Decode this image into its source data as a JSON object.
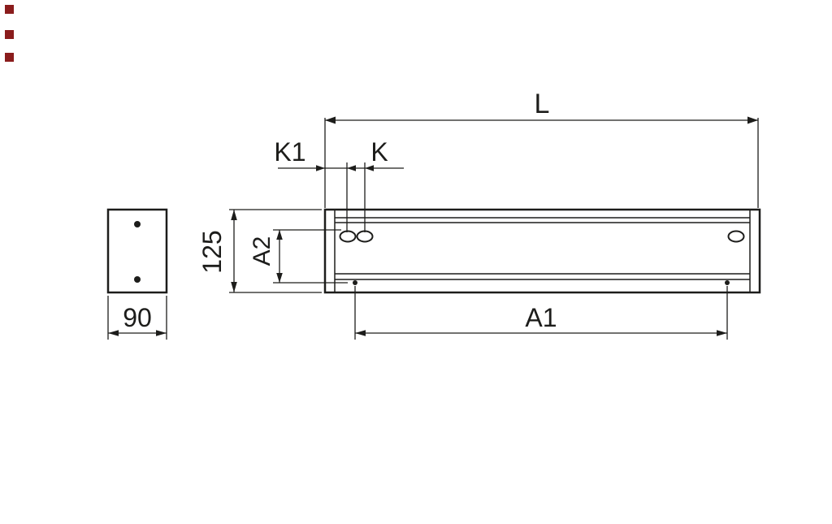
{
  "diagram": {
    "labels": {
      "l": "L",
      "k1": "K1",
      "k": "K",
      "h125": "125",
      "a2": "A2",
      "a1": "A1",
      "w90": "90"
    },
    "colors": {
      "line": "#1d1d1b",
      "background": "#ffffff",
      "marker": "#8a1c1c"
    }
  }
}
